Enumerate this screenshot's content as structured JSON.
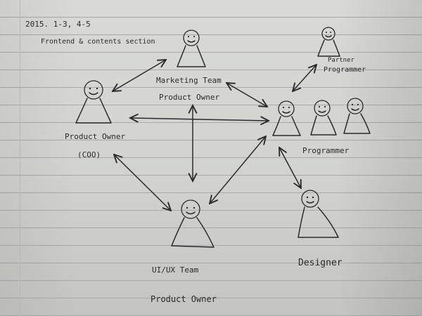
{
  "header": {
    "date": "2015. 1-3, 4-5",
    "section": "Frontend & contents section"
  },
  "nodes": {
    "marketing_team": {
      "line1": "Marketing Team",
      "line2": "Product Owner"
    },
    "product_owner_coo": {
      "line1": "Product Owner",
      "line2": "(COO)"
    },
    "partner_programmer": {
      "line1": "Partner",
      "line2": "Programmer"
    },
    "programmer": {
      "label": "Programmer"
    },
    "uiux_team": {
      "line1": "UI/UX Team",
      "line2": "Product Owner"
    },
    "designer": {
      "label": "Designer"
    }
  },
  "ink_color": "#2b2b2b",
  "paper_color": "#d6d7d3"
}
